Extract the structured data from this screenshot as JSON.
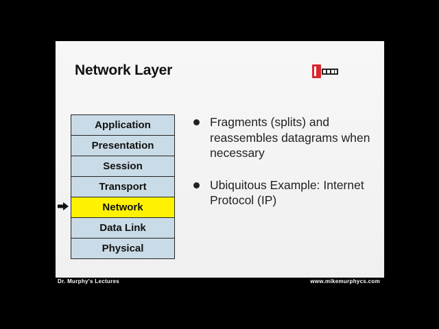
{
  "slide": {
    "title": "Network Layer"
  },
  "osi_layers": [
    {
      "label": "Application",
      "active": false
    },
    {
      "label": "Presentation",
      "active": false
    },
    {
      "label": "Session",
      "active": false
    },
    {
      "label": "Transport",
      "active": false
    },
    {
      "label": "Network",
      "active": true
    },
    {
      "label": "Data Link",
      "active": false
    },
    {
      "label": "Physical",
      "active": false
    }
  ],
  "bullets": [
    "Fragments (splits) and reassembles datagrams when necessary",
    "Ubiquitous Example: Internet Protocol (IP)"
  ],
  "footer": {
    "left": "Dr. Murphy's Lectures",
    "right": "www.mikemurphycs.com"
  },
  "colors": {
    "layer_fill": "#c9dbe6",
    "active_layer_fill": "#fff200",
    "logo_red": "#d9262c"
  },
  "icons": {
    "logo": "red-book-logo-icon",
    "pointer": "right-arrow-icon"
  }
}
